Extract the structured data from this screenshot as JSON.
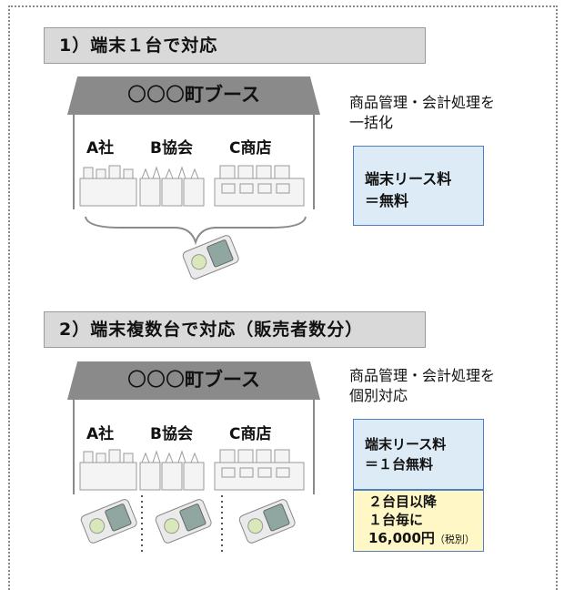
{
  "section1": {
    "title": "1）端末１台で対応",
    "booth": {
      "name_circles": "〇〇〇",
      "name_bold": "町ブース",
      "stalls": [
        "A社",
        "B協会",
        "C商店"
      ]
    },
    "description": [
      "商品管理・会計処理を",
      "一括化"
    ],
    "fee_box": [
      "端末リース料",
      "＝無料"
    ]
  },
  "section2": {
    "title": "2）端末複数台で対応（販売者数分）",
    "booth": {
      "name_circles": "〇〇〇",
      "name_bold": "町ブース",
      "stalls": [
        "A社",
        "B協会",
        "C商店"
      ]
    },
    "description": [
      "商品管理・会計処理を",
      "個別対応"
    ],
    "fee_box": [
      "端末リース料",
      "＝１台無料"
    ],
    "extra_box": {
      "line1": "２台目以降",
      "line2": "１台毎に",
      "price": "16,000円",
      "note": "（税別）"
    }
  },
  "colors": {
    "roof": "#8a8a8a",
    "title_bg": "#d9d9d9",
    "fee_bg": "#dcebf5",
    "extra_bg": "#fff8c6",
    "box_border": "#4f7fbf"
  }
}
